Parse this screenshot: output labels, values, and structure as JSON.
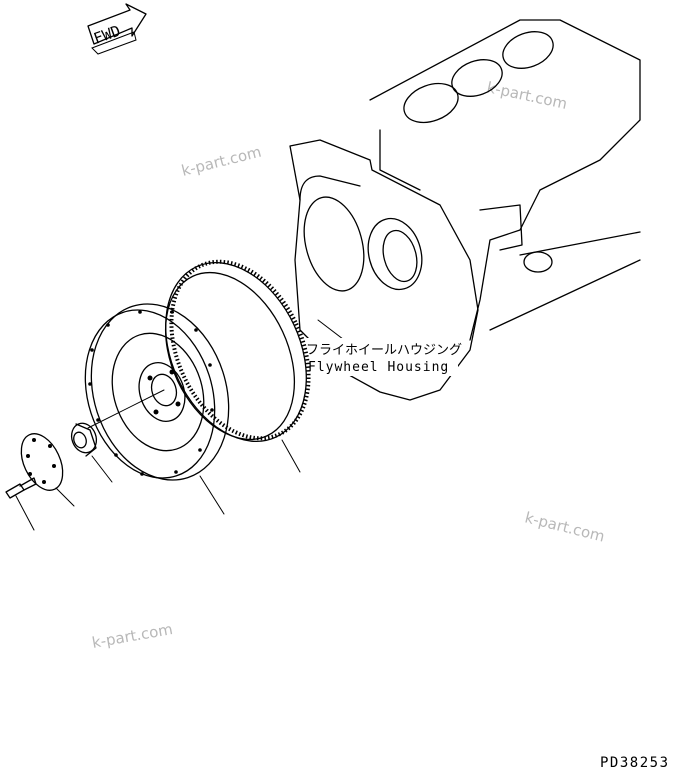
{
  "fwd_arrow": {
    "label": "FWD"
  },
  "housing_label": {
    "japanese": "フライホイールハウジング",
    "english": "Flywheel Housing"
  },
  "watermarks": [
    "k-part.com",
    "k-part.com",
    "k-part.com",
    "k-part.com"
  ],
  "drawing_id": "PD38253"
}
